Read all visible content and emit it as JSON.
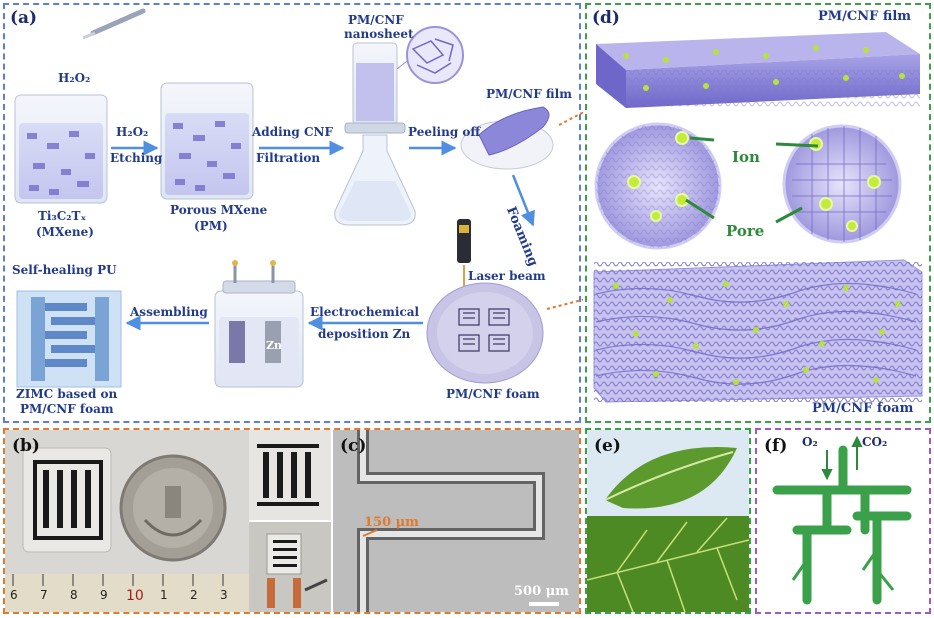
{
  "panels": {
    "a": "(a)",
    "b": "(b)",
    "c": "(c)",
    "d": "(d)",
    "e": "(e)",
    "f": "(f)"
  },
  "a": {
    "h2o2_top": "H₂O₂",
    "mxene_formula": "Ti₃C₂Tₓ",
    "mxene_name": "(MXene)",
    "h2o2_step": "H₂O₂",
    "etching": "Etching",
    "porous": "Porous MXene",
    "pm": "(PM)",
    "adding_cnf": "Adding CNF",
    "filtration": "Filtration",
    "nanosheet_l1": "PM/CNF",
    "nanosheet_l2": "nanosheet",
    "peeling": "Peeling off",
    "film": "PM/CNF film",
    "foaming": "Foaming",
    "laser": "Laser beam",
    "foam": "PM/CNF foam",
    "electro_l1": "Electrochemical",
    "electro_l2": "deposition  Zn",
    "assembling": "Assembling",
    "self_healing": "Self-healing PU",
    "zimc_l1": "ZIMC based on",
    "zimc_l2": "PM/CNF foam",
    "zn": "Zn"
  },
  "d": {
    "film": "PM/CNF film",
    "ion": "Ion",
    "pore": "Pore",
    "foam": "PM/CNF foam"
  },
  "b": {
    "ruler_numbers": [
      "6",
      "7",
      "8",
      "9",
      "10",
      "1",
      "2",
      "3"
    ]
  },
  "c": {
    "width_label": "150 μm",
    "scale_label": "500 μm"
  },
  "f": {
    "o2": "O₂",
    "co2": "CO₂"
  },
  "colors": {
    "blue_frame": "#5b7fd6",
    "green_frame": "#3aa04a",
    "orange_frame": "#e07a2c",
    "purple_frame": "#9b59c9",
    "label_text": "#223a8a",
    "arrow": "#4f8ee0",
    "ion": "#b8e23a",
    "sheet": "#8d87d9"
  }
}
